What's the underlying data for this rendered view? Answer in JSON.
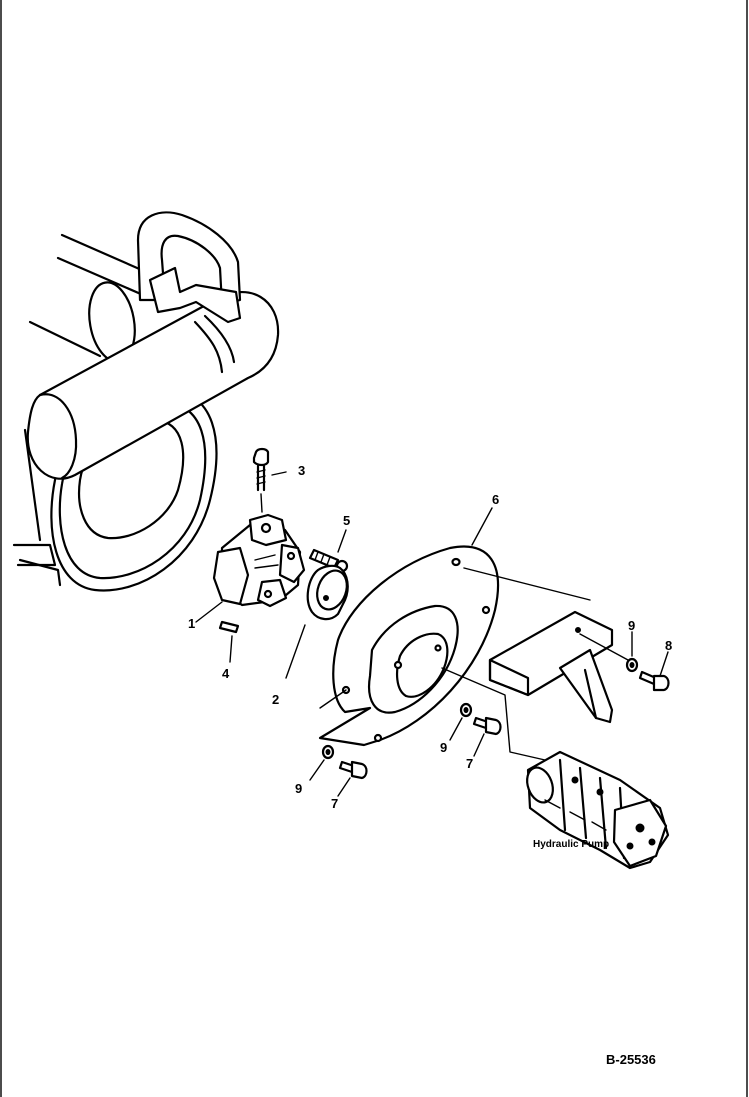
{
  "callouts": {
    "p1": "1",
    "p2": "2",
    "p3": "3",
    "p4": "4",
    "p5": "5",
    "p6": "6",
    "p7a": "7",
    "p7b": "7",
    "p8": "8",
    "p9a": "9",
    "p9b": "9",
    "p9c": "9"
  },
  "pump_label": "Hydraulic Pump",
  "figure_code": "B-25536"
}
